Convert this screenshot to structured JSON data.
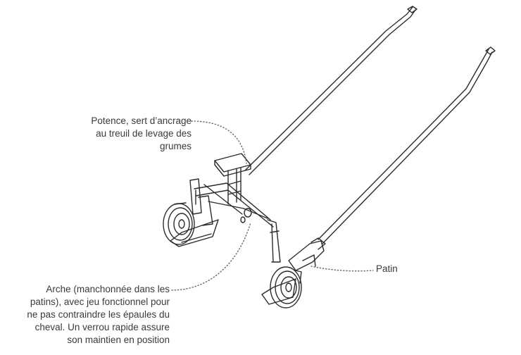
{
  "labels": {
    "potence": [
      "Potence, sert d’ancrage",
      "au treuil de levage des",
      "grumes"
    ],
    "arche": [
      "Arche (manchonnée dans les",
      "patins), avec jeu fonctionnel pour",
      "ne pas contraindre les épaules du",
      "cheval. Un verrou rapide assure",
      "son maintien en position"
    ],
    "patin": "Patin"
  },
  "colors": {
    "line": "#2b2b2b",
    "leader": "#666666",
    "text": "#3a3a3a",
    "background": "#ffffff"
  }
}
